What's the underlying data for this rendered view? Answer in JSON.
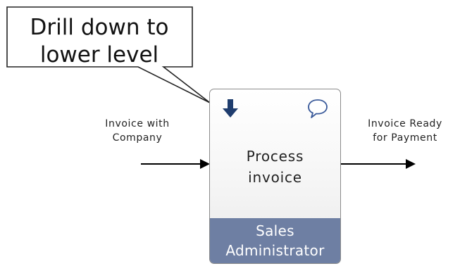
{
  "callout": {
    "line1": "Drill down to",
    "line2": "lower level"
  },
  "input_flow": {
    "line1": "Invoice with",
    "line2": "Company"
  },
  "output_flow": {
    "line1": "Invoice Ready",
    "line2": "for Payment"
  },
  "activity": {
    "name_line1": "Process",
    "name_line2": "invoice",
    "role_line1": "Sales",
    "role_line2": "Administrator",
    "drill_icon": "arrow-down-icon",
    "comment_icon": "speech-bubble-icon"
  },
  "colors": {
    "role_band": "#6e7fa3",
    "drill_arrow": "#1f3d6e",
    "comment_icon": "#3a5a9a"
  }
}
